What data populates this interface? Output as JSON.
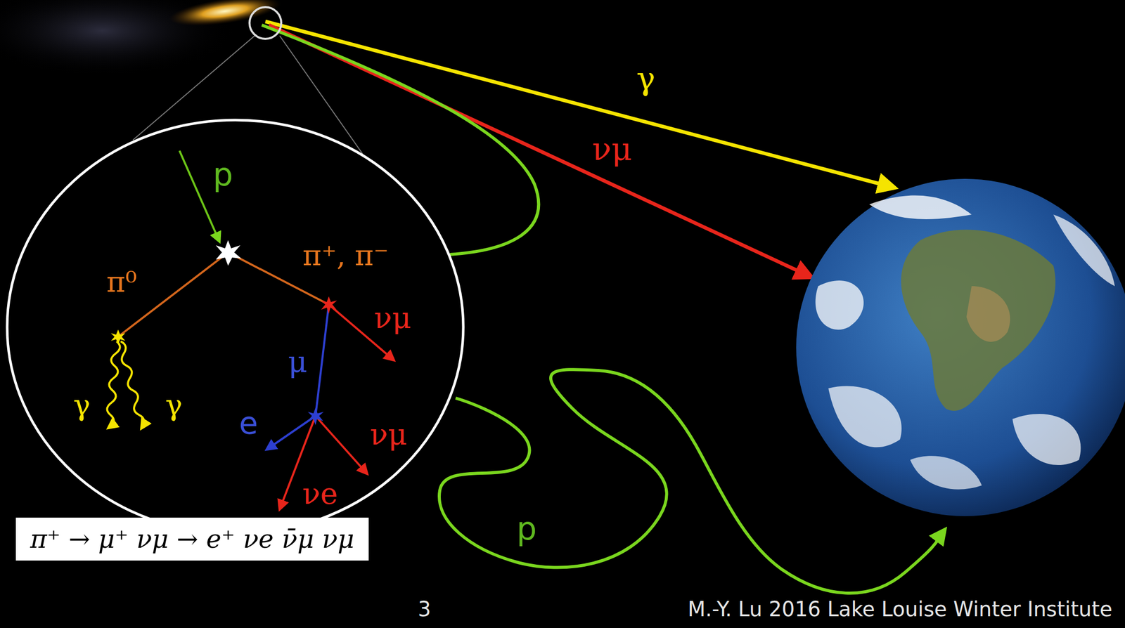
{
  "diagram": {
    "nodes": [
      {
        "text": [
          "π⁺ → μ⁺ νμ → e⁺ νe ν̄μ νμ"
        ]
      }
    ],
    "labels": [
      "γ",
      "νμ",
      "p",
      "π⁰",
      "π⁺, π⁻",
      "νμ",
      "μ",
      "γ",
      "γ",
      "e",
      "νμ",
      "νe",
      "p",
      "3",
      "M.-Y. Lu 2016 Lake Louise Winter Institute"
    ]
  }
}
